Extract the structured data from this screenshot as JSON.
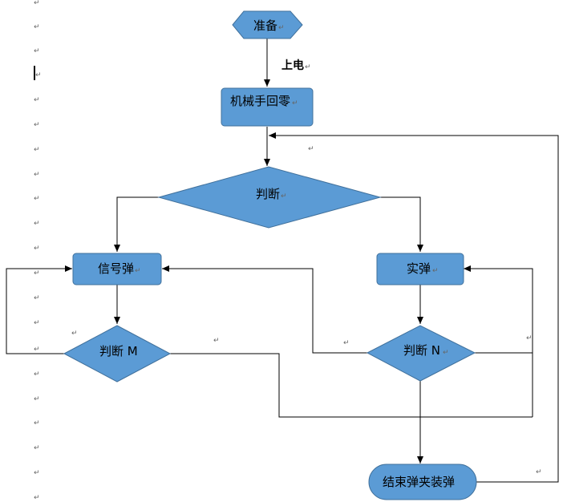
{
  "nodes": {
    "prepare": "准备",
    "arm_home": "机械手回零",
    "judge": "判断",
    "signal": "信号弹",
    "live": "实弹",
    "judge_m": "判断 M",
    "judge_n": "判断 N",
    "end": "结束弹夹装弹"
  },
  "edges": {
    "power_on": "上电"
  },
  "marks": {
    "return_symbol": "↵"
  },
  "colors": {
    "shape_fill": "#5b9bd5",
    "shape_stroke": "#41719c",
    "line": "#000000"
  }
}
